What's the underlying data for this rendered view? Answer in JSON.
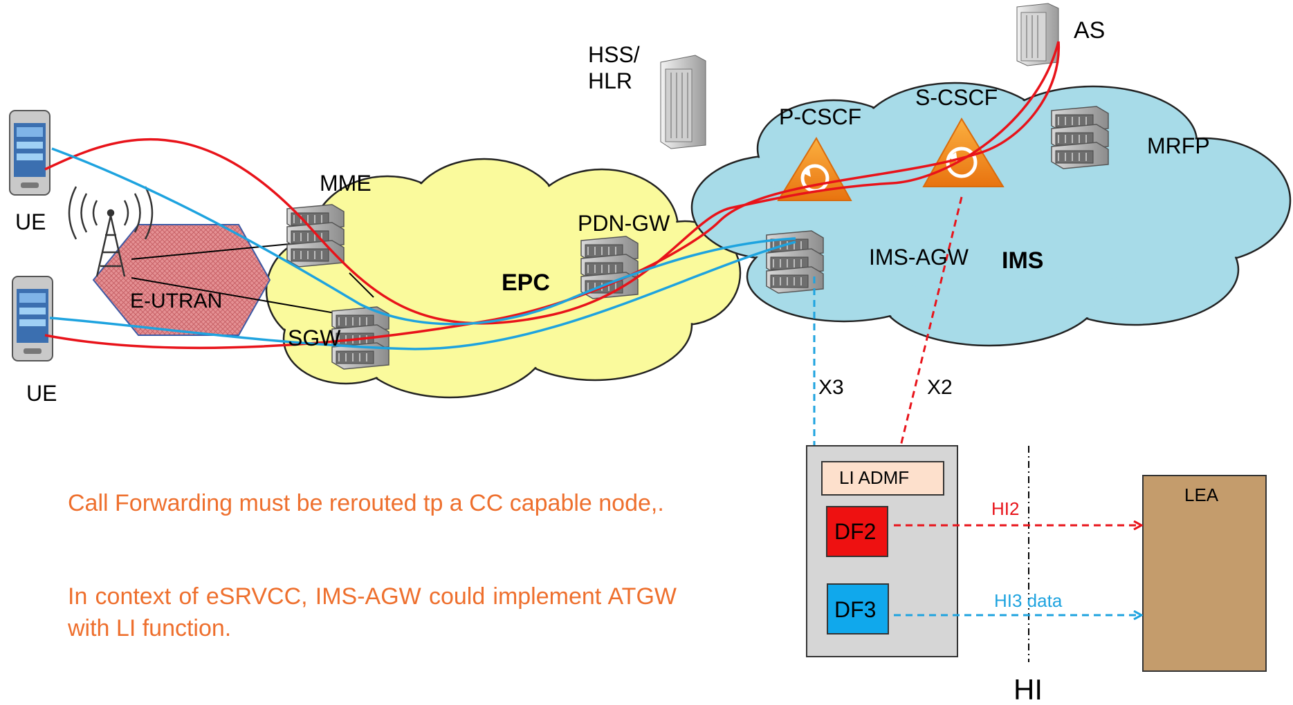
{
  "labels": {
    "ue_top": "UE",
    "ue_bottom": "UE",
    "eutran": "E-UTRAN",
    "mme": "MME",
    "sgw": "SGW",
    "epc": "EPC",
    "pdn_gw": "PDN-GW",
    "hss_hlr_line1": "HSS/",
    "hss_hlr_line2": "HLR",
    "p_cscf": "P-CSCF",
    "s_cscf": "S-CSCF",
    "as": "AS",
    "mrfp": "MRFP",
    "ims_agw": "IMS-AGW",
    "ims": "IMS",
    "x3": "X3",
    "x2": "X2",
    "li_admf": "LI ADMF",
    "df2": "DF2",
    "df3": "DF3",
    "hi2": "HI2",
    "hi3": "HI3 data",
    "lea": "LEA",
    "hi": "HI"
  },
  "notes": {
    "line1": "Call Forwarding must be rerouted  tp a CC capable node,.",
    "line2": "In context of eSRVCC, IMS-AGW could implement ATGW with  LI function."
  },
  "colors": {
    "media_path": "#e8131a",
    "signalling_path": "#1ea3df",
    "epc_cloud": "#fafa9c",
    "ims_cloud": "#a7dbe8",
    "eutran": "#e0888a",
    "df2": "#ee1111",
    "df3": "#10a8ec",
    "lea": "#c49c6c",
    "admf": "#fde0cc",
    "note_text": "#ee6f2d",
    "cscf": "#f39418"
  }
}
